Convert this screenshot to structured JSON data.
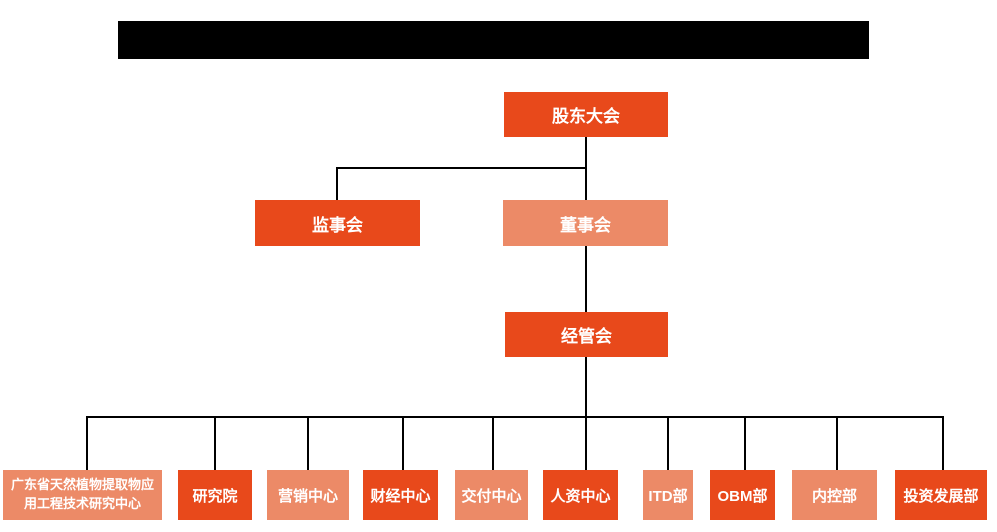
{
  "colors": {
    "node-primary": "#e8491b",
    "node-secondary": "#ec8a67",
    "node-text": "#ffffff",
    "connector": "#000000",
    "redaction": "#000000",
    "background": "#ffffff"
  },
  "org_chart": {
    "root": {
      "label": "股东大会",
      "variant": "primary"
    },
    "level2": {
      "supervisory": {
        "label": "监事会",
        "variant": "primary"
      },
      "board": {
        "label": "董事会",
        "variant": "secondary"
      }
    },
    "level3": {
      "management": {
        "label": "经管会",
        "variant": "primary"
      }
    },
    "departments": [
      {
        "label": "广东省天然植物提取物应用工程技术研究中心",
        "variant": "secondary"
      },
      {
        "label": "研究院",
        "variant": "primary"
      },
      {
        "label": "营销中心",
        "variant": "secondary"
      },
      {
        "label": "财经中心",
        "variant": "primary"
      },
      {
        "label": "交付中心",
        "variant": "secondary"
      },
      {
        "label": "人资中心",
        "variant": "primary"
      },
      {
        "label": "ITD部",
        "variant": "secondary"
      },
      {
        "label": "OBM部",
        "variant": "primary"
      },
      {
        "label": "内控部",
        "variant": "secondary"
      },
      {
        "label": "投资发展部",
        "variant": "primary"
      }
    ]
  }
}
